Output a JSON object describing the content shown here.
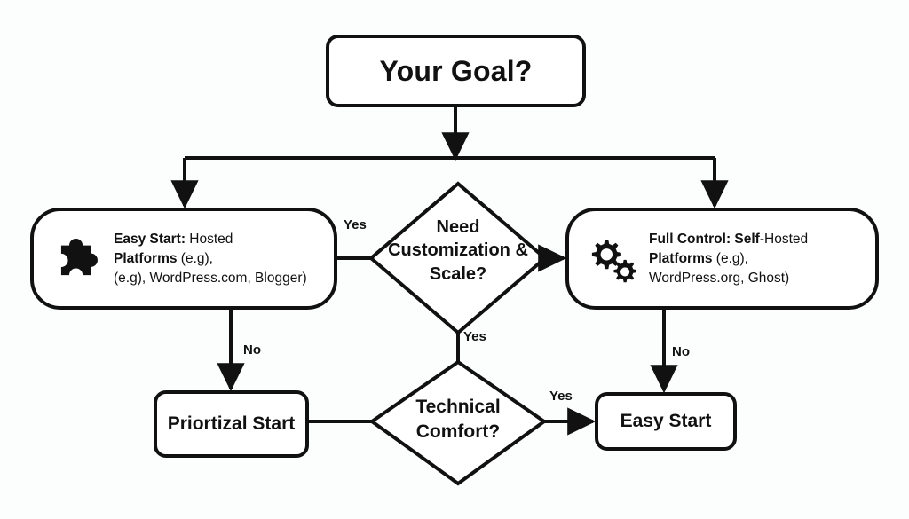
{
  "diagram": {
    "title_node": {
      "label": "Your Goal?"
    },
    "nodes": {
      "easy_start_hosted": {
        "icon": "puzzle-piece-icon",
        "line1_bold": "Easy Start:",
        "line1_rest": " Hosted",
        "line2_bold": "Platforms",
        "line2_rest": " (e.g),",
        "line3": "(e.g), WordPress.com, Blogger)"
      },
      "full_control_selfhosted": {
        "icon": "gears-icon",
        "line1_bold": "Full Control: Self",
        "line1_rest": "-Hosted",
        "line2_bold": "Platforms",
        "line2_rest": " (e.g),",
        "line3": "WordPress.org, Ghost)"
      },
      "need_customization": {
        "label": "Need Customization & Scale?"
      },
      "technical_comfort": {
        "label": "Technical Comfort?"
      },
      "priortizal_start": {
        "label": "Priortizal Start"
      },
      "easy_start": {
        "label": "Easy Start"
      }
    },
    "edge_labels": {
      "yes_to_easy_hosted": "Yes",
      "no_left_down": "No",
      "yes_between_diamonds": "Yes",
      "no_right_down": "No",
      "yes_to_easy_start": "Yes"
    },
    "colors": {
      "stroke": "#111111",
      "fill": "#ffffff",
      "background": "#fcfdfd"
    }
  }
}
